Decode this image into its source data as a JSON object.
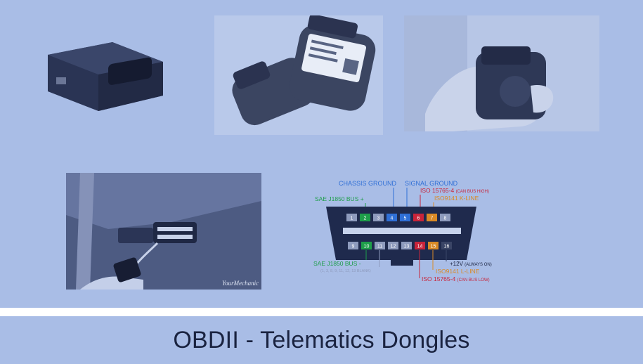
{
  "caption": "OBDII - Telematics Dongles",
  "diagram": {
    "chassis_ground": "CHASSIS GROUND",
    "signal_ground": "SIGNAL GROUND",
    "iso15765_high": "ISO 15765-4",
    "iso15765_high_note": "(CAN BUS HIGH)",
    "iso9141_k": "ISO9141 K-LINE",
    "j1850_plus": "SAE J1850 BUS +",
    "j1850_minus": "SAE J1850 BUS -",
    "blank_note": "(1, 3, 8, 9, 11, 12, 13 BLANK)",
    "v12": "+12V",
    "v12_note": "(ALWAYS ON)",
    "iso9141_l": "ISO9141 L-LINE",
    "iso15765_low": "ISO 15765-4",
    "iso15765_low_note": "(CAN BUS LOW)",
    "top_pins": [
      "1",
      "2",
      "3",
      "4",
      "5",
      "6",
      "7",
      "8"
    ],
    "bottom_pins": [
      "9",
      "10",
      "11",
      "12",
      "13",
      "14",
      "15",
      "16"
    ]
  },
  "watermark": "YourMechanic",
  "colors": {
    "tint": "#a9bde6",
    "green": "#1e9e4a",
    "blue": "#2f6fd6",
    "red": "#c8243a",
    "orange": "#d98a26",
    "dark": "#1a2340"
  }
}
